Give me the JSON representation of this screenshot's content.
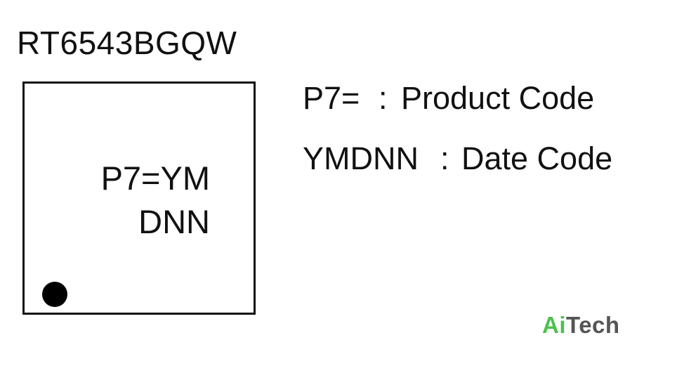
{
  "part_number": "RT6543BGQW",
  "package": {
    "marking_line_1": "P7=YM",
    "marking_line_2": "DNN"
  },
  "legend": [
    {
      "term": "P7=",
      "separator": ":",
      "description": "Product Code"
    },
    {
      "term": "YMDNN",
      "separator": ":",
      "description": "Date Code"
    }
  ],
  "logo": {
    "accent_text": "Ai",
    "rest_text": "Tech",
    "accent_color": "#4cc04c",
    "rest_color": "#555555"
  }
}
